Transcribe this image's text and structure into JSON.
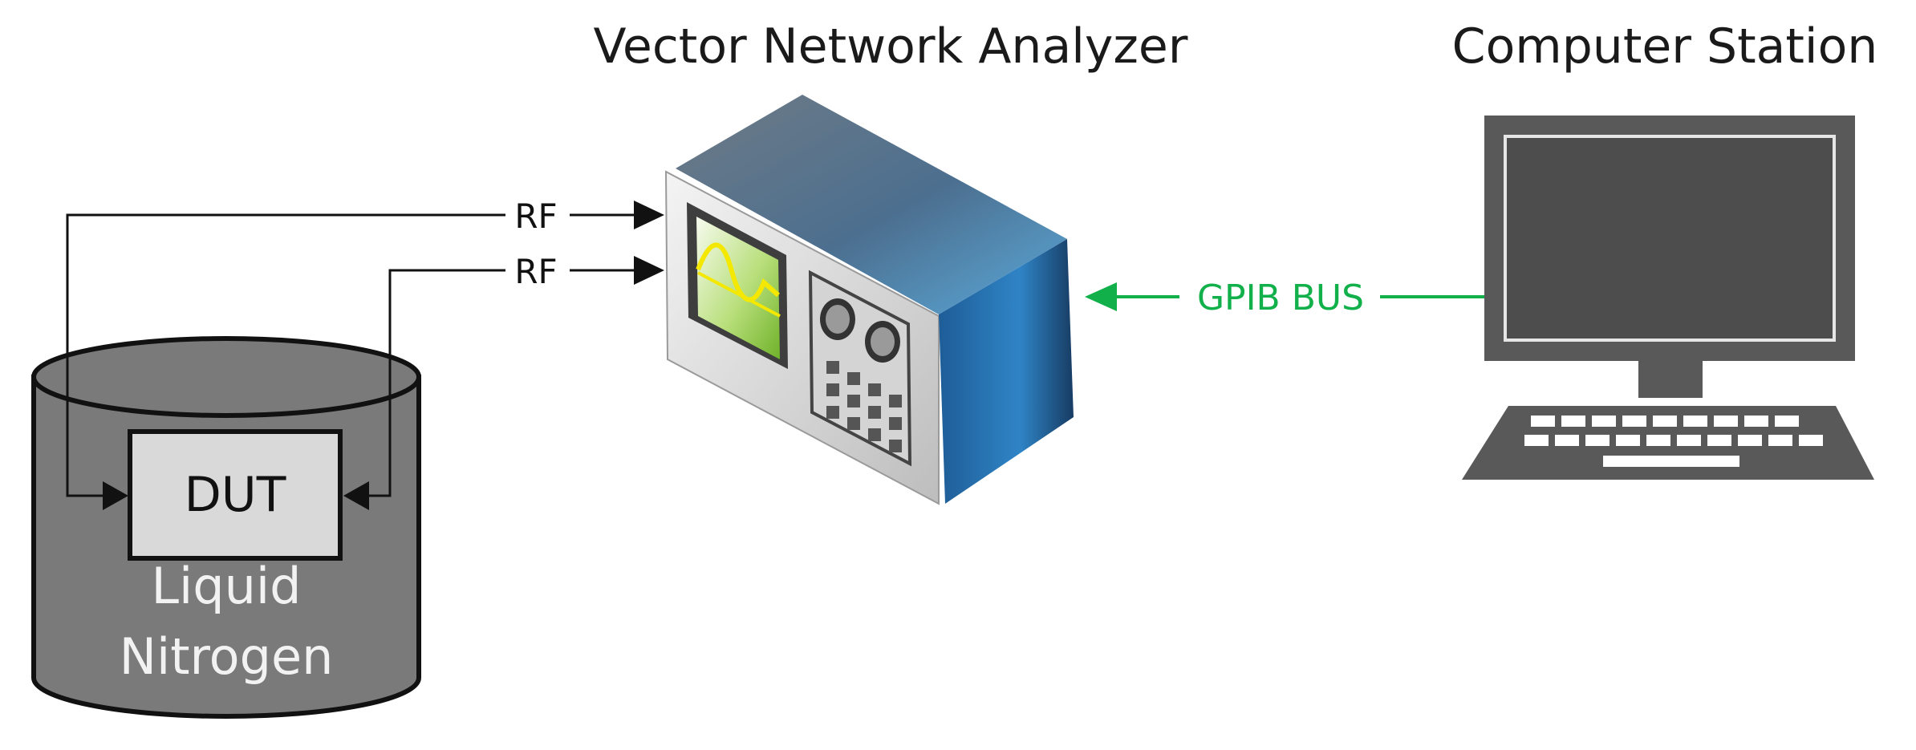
{
  "titles": {
    "vna": "Vector Network Analyzer",
    "computer": "Computer Station"
  },
  "links": {
    "rf_top": "RF",
    "rf_bottom": "RF",
    "gpib": "GPIB BUS"
  },
  "dewar": {
    "dut_label": "DUT",
    "line1": "Liquid",
    "line2": "Nitrogen"
  },
  "colors": {
    "gpib": "#12b04a",
    "dewar_body": "#7a7a7a",
    "dut_box": "#d9d9d9",
    "vna_blue": "#2b78b8",
    "monitor": "#595959",
    "screen_green": "#8cc63f",
    "trace_yellow": "#f4e800"
  },
  "icons": {
    "vna": "network-analyzer-icon",
    "computer": "desktop-computer-icon",
    "dewar": "cylinder-dewar-icon"
  }
}
